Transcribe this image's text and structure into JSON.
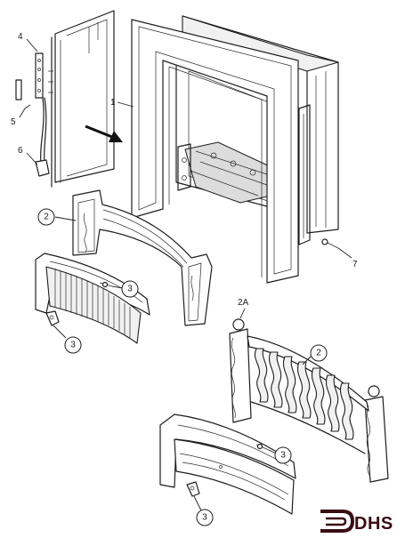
{
  "labels": {
    "l1": "1",
    "l4": "4",
    "l5": "5",
    "l6": "6",
    "l7": "7",
    "l2a": "2A",
    "c2_left": "2",
    "c2_right": "2",
    "c3_a": "3",
    "c3_b": "3",
    "c3_c": "3",
    "c3_d": "3"
  },
  "logo": {
    "text": "DHS",
    "color": "#3a0c14"
  }
}
